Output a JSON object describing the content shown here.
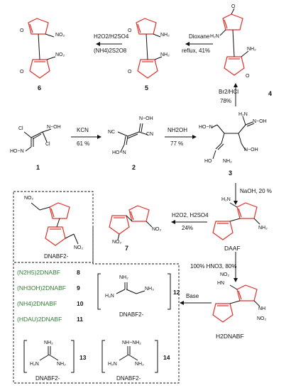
{
  "compounds": {
    "c1": "1",
    "c2": "2",
    "c3": "3",
    "c4": "4",
    "c5": "5",
    "c6": "6",
    "c7": "7",
    "daaf": "DAAF",
    "h2dnabf": "H2DNABF",
    "dnabf_anion": "DNABF2-"
  },
  "reagents": {
    "kcn": "KCN",
    "kcn_yield": "61 %",
    "nh2oh": "NH2OH",
    "nh2oh_yield": "77 %",
    "br2": "Br2/HCl",
    "br2_yield": "78%",
    "dioxane": "Dioxane",
    "dioxane_cond": "reflux, 41%",
    "h2o2_h2so4": "H2O2/H2SO4",
    "persulfate": "(NH4)2S2O8",
    "naoh": "NaOH, 20 %",
    "h2o2_h2so4_b": "H2O2, H2SO4",
    "yield_24": "24%",
    "hno3": "100% HNO3, 80%",
    "base": "Base"
  },
  "salts": [
    {
      "name": "(N2H5)2DNABF",
      "num": "8"
    },
    {
      "name": "(NH3OH)2DNABF",
      "num": "9"
    },
    {
      "name": "(NH4)2DNABF",
      "num": "10"
    },
    {
      "name": "(HDAU)2DNABF",
      "num": "11"
    }
  ],
  "guanidinium_salts": {
    "n12": "12",
    "n13": "13",
    "n14": "14",
    "anion": "DNABF2-"
  },
  "colors": {
    "ring": "#e0302a",
    "salt_text": "#2e7d32",
    "ink": "#111111"
  }
}
